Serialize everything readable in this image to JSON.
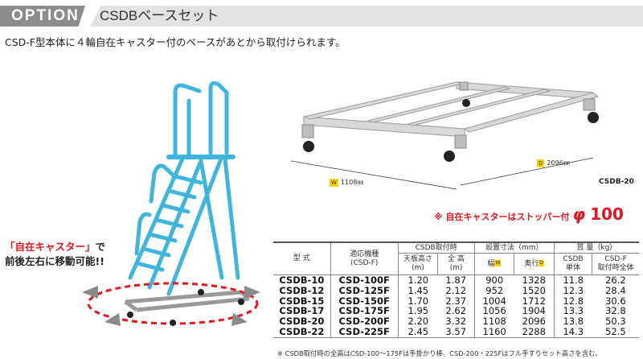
{
  "header": {
    "option": "OPTION",
    "title": "CSDBベースセット"
  },
  "intro": "CSD-F型本体に４輪自在キャスター付のベースがあとから取付けられます。",
  "callout": {
    "line1_highlight": "「自在キャスター」",
    "line1_rest": "で",
    "line2": "前後左右に移動可能!!"
  },
  "base_image": {
    "model_label": "CSDB-20",
    "dim_w_badge": "W",
    "dim_w": "1108㎜",
    "dim_d_badge": "D",
    "dim_d": "2096㎜"
  },
  "caster_note": {
    "text": "※ 自在キャスターはストッパー付",
    "phi": "φ",
    "size": "100"
  },
  "table": {
    "col_model": "型 式",
    "col_body": "適応機種\n(CSD-F)",
    "grp_height": "CSDB取付時",
    "col_top": "天板高さ\n(m)",
    "col_total": "全 高\n(m)",
    "grp_dim": "設置寸法（mm）",
    "col_w": "幅",
    "col_w_badge": "W",
    "col_d": "奥行",
    "col_d_badge": "D",
    "grp_mass": "質 量（kg）",
    "col_unit": "CSDB\n単体",
    "col_mounted": "CSD-F\n取付時全体",
    "rows": [
      [
        "CSDB-10",
        "CSD-100F",
        "1.20",
        "1.87",
        "900",
        "1328",
        "11.8",
        "26.2"
      ],
      [
        "CSDB-12",
        "CSD-125F",
        "1.45",
        "2.12",
        "952",
        "1520",
        "12.3",
        "28.4"
      ],
      [
        "CSDB-15",
        "CSD-150F",
        "1.70",
        "2.37",
        "1004",
        "1712",
        "12.8",
        "30.6"
      ],
      [
        "CSDB-17",
        "CSD-175F",
        "1.95",
        "2.62",
        "1056",
        "1904",
        "13.3",
        "32.8"
      ],
      [
        "CSDB-20",
        "CSD-200F",
        "2.20",
        "3.32",
        "1108",
        "2096",
        "13.8",
        "50.3"
      ],
      [
        "CSDB-22",
        "CSD-225F",
        "2.45",
        "3.57",
        "1160",
        "2288",
        "14.3",
        "52.5"
      ]
    ]
  },
  "footnote": "※ CSDB取付時の全高はCSD-100～175Fは手掛かり棒、CSD-200・225Fはフル手すりセット高さを含む。",
  "colors": {
    "accent_red": "#e4151e",
    "ladder_blue": "#5ec8ec",
    "badge_yellow": "#f5d400"
  }
}
